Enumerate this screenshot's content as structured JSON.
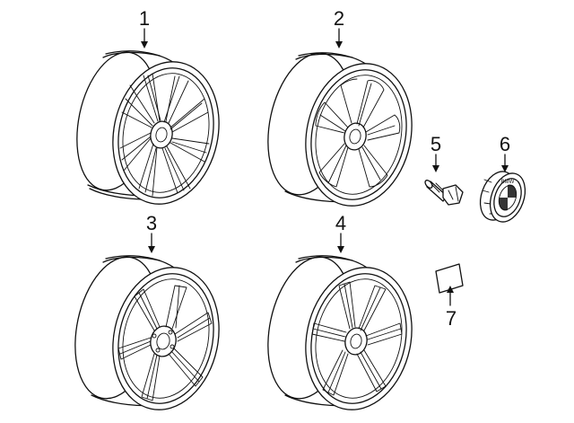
{
  "diagram": {
    "callouts": [
      {
        "id": 1,
        "label": "1",
        "part": "wheel-multi-spoke"
      },
      {
        "id": 2,
        "label": "2",
        "part": "wheel-double-spoke"
      },
      {
        "id": 3,
        "label": "3",
        "part": "wheel-star-spoke"
      },
      {
        "id": 4,
        "label": "4",
        "part": "wheel-split-spoke"
      },
      {
        "id": 5,
        "label": "5",
        "part": "wheel-bolt"
      },
      {
        "id": 6,
        "label": "6",
        "part": "center-cap"
      },
      {
        "id": 7,
        "label": "7",
        "part": "label-tag"
      }
    ],
    "emblem": {
      "text": "BMW"
    }
  }
}
